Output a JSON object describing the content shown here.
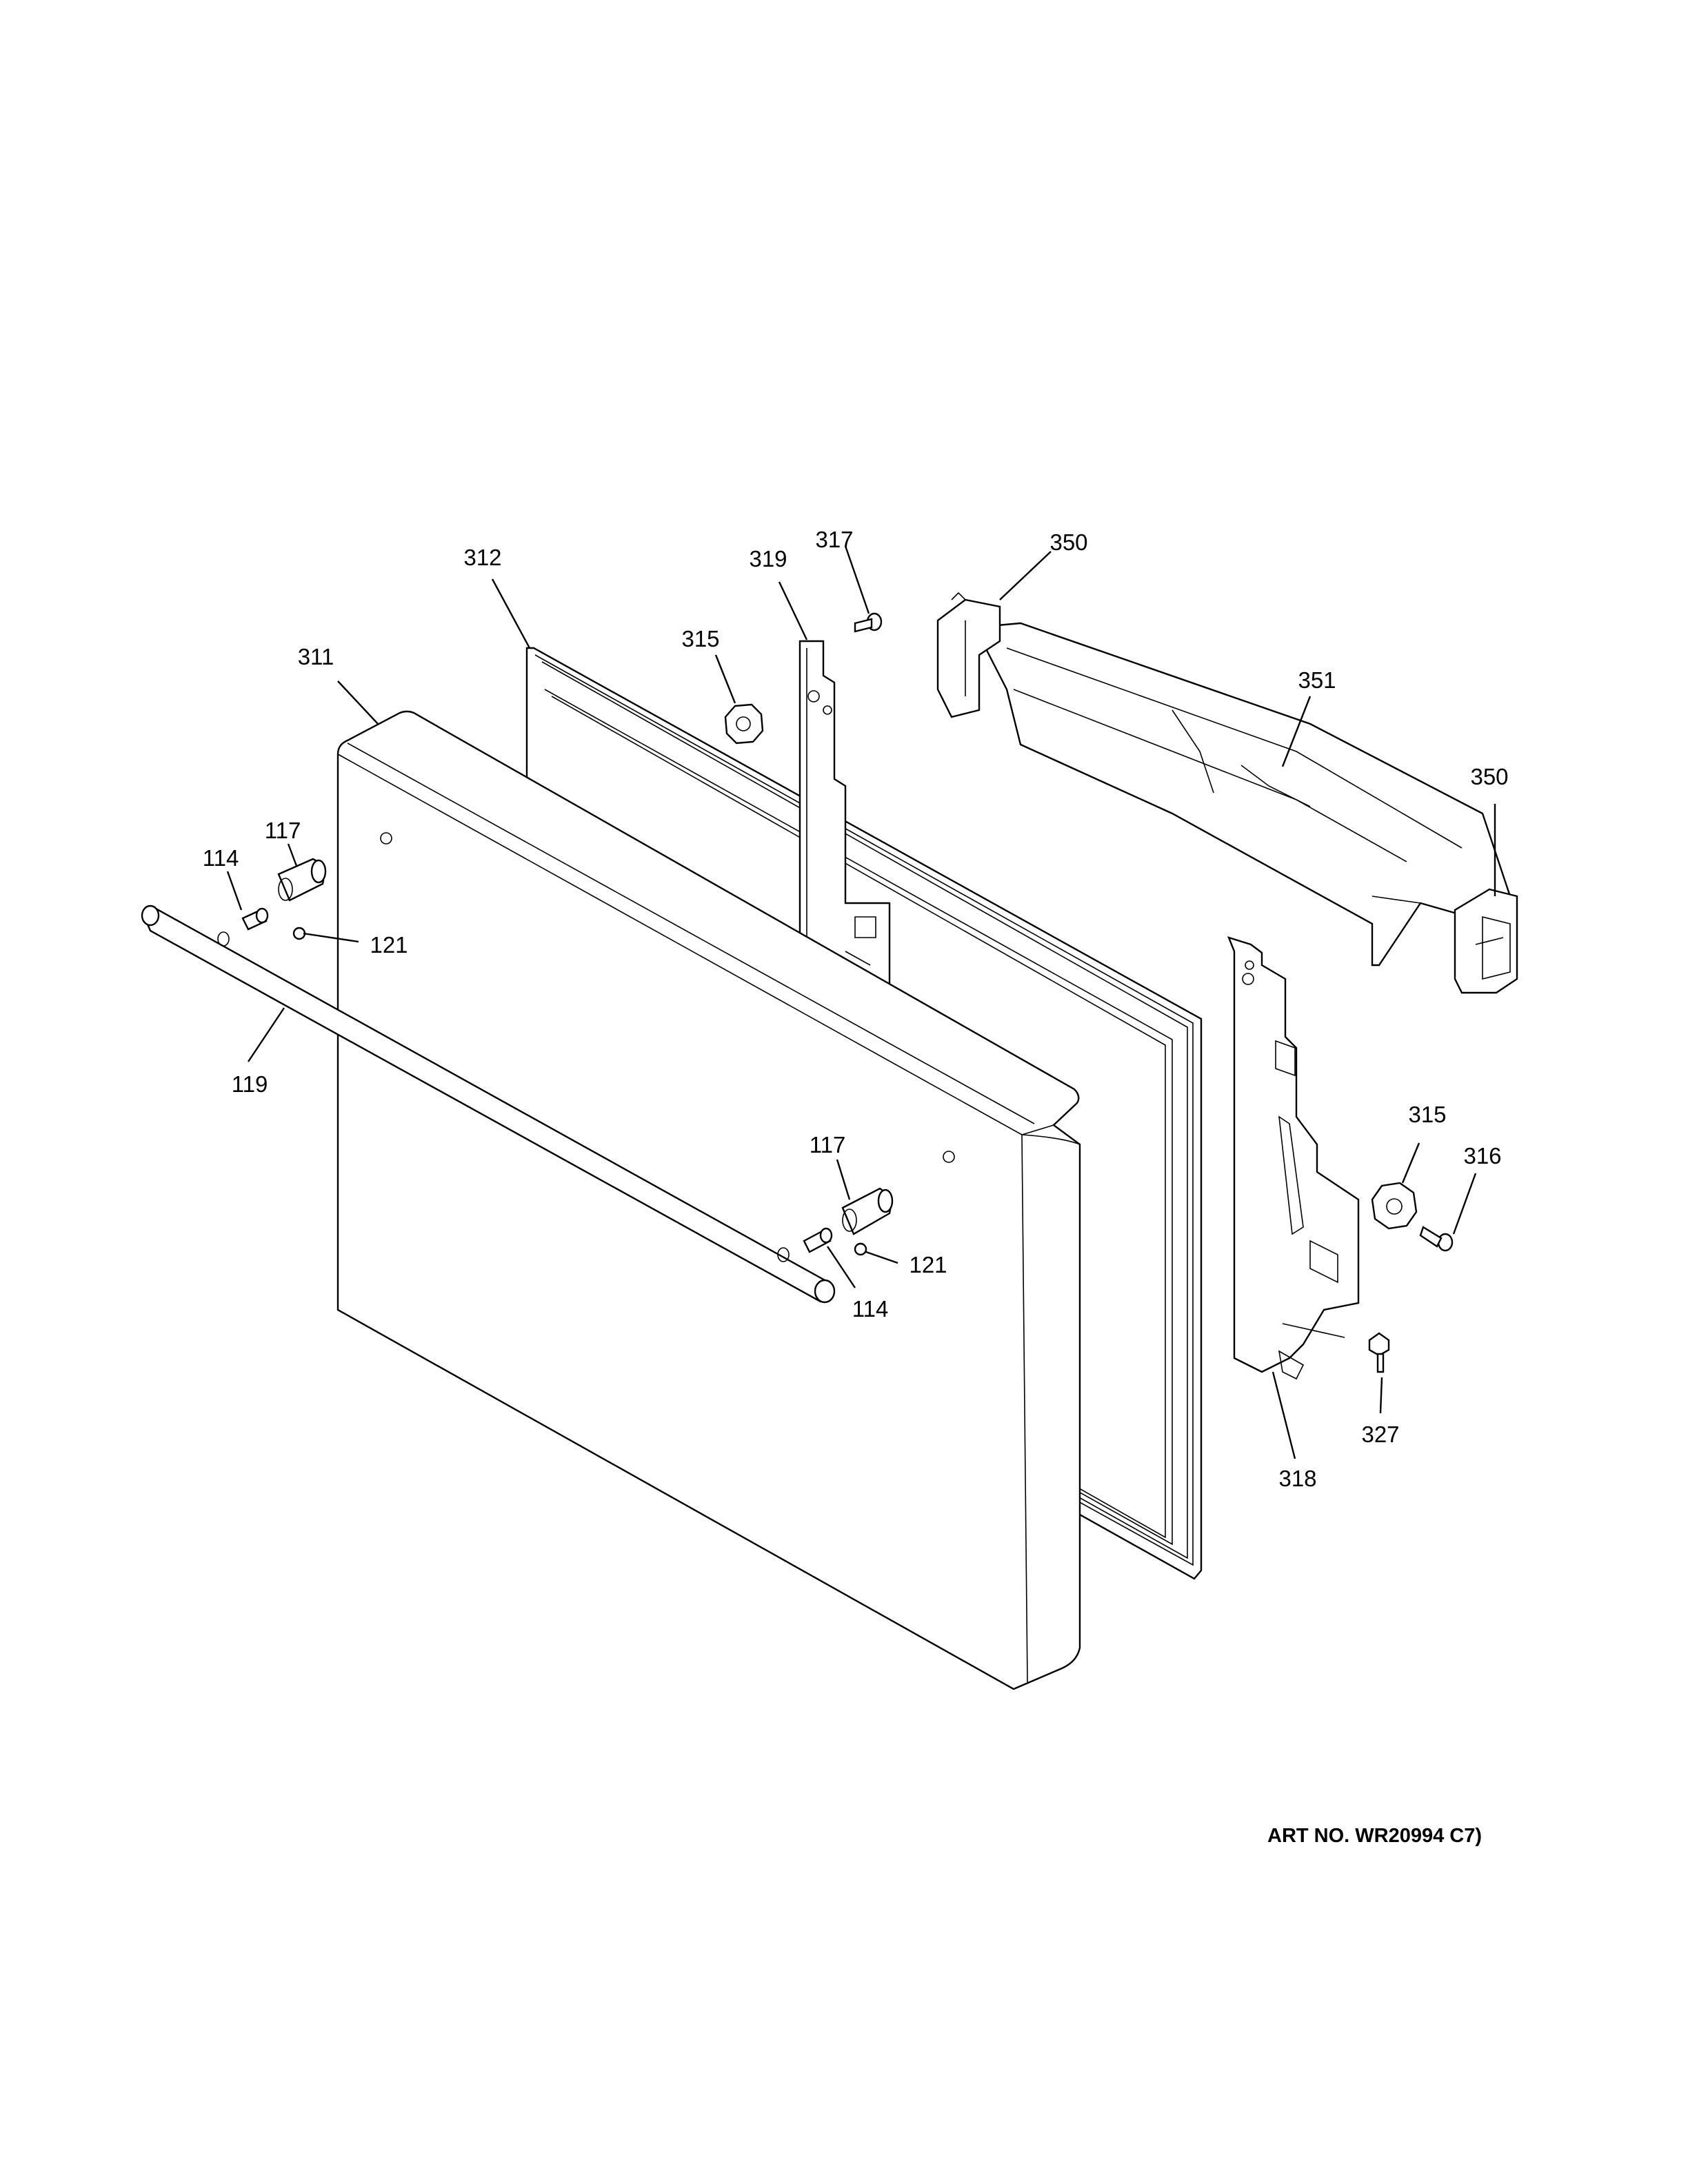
{
  "callouts": {
    "c311": "311",
    "c312": "312",
    "c319": "319",
    "c317": "317",
    "c315a": "315",
    "c350a": "350",
    "c351": "351",
    "c350b": "350",
    "c117a": "117",
    "c114a": "114",
    "c121a": "121",
    "c119": "119",
    "c117b": "117",
    "c121b": "121",
    "c114b": "114",
    "c315b": "315",
    "c316": "316",
    "c327": "327",
    "c318": "318"
  },
  "art_number": "ART NO. WR20994 C7)"
}
